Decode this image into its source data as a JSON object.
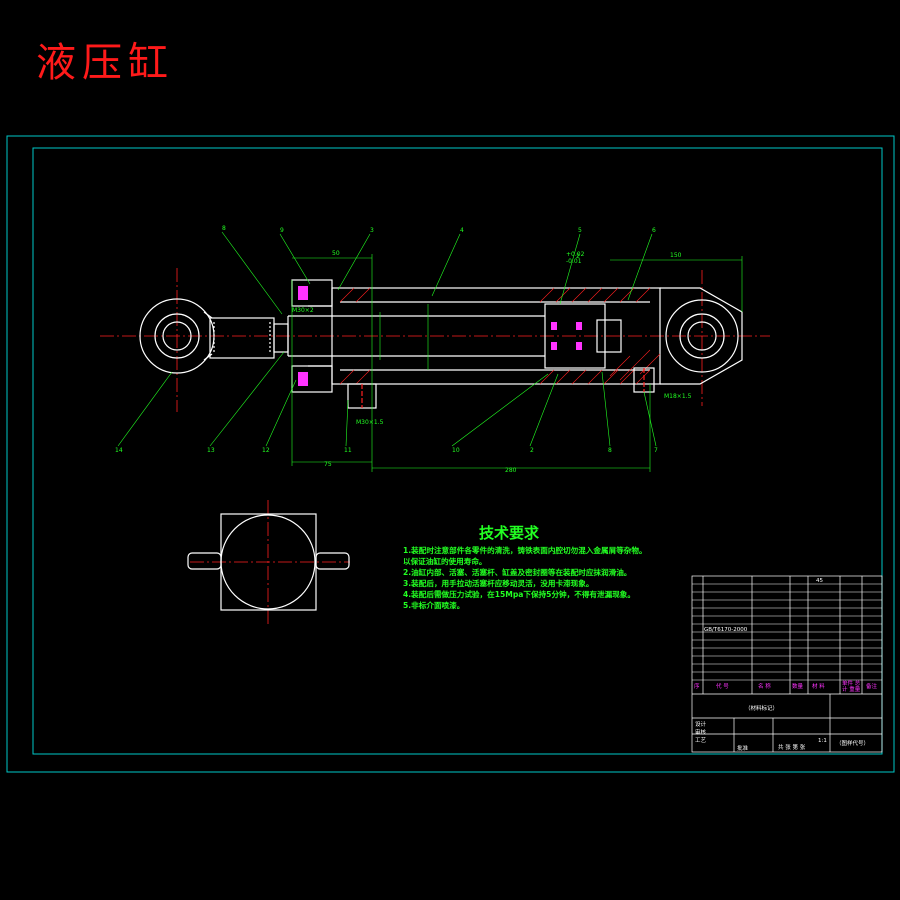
{
  "title": "液压缸",
  "tech_requirements": {
    "heading": "技术要求",
    "items": [
      "1.装配时注意部件各零件的清洗，铸铁表面内腔切勿混入金属屑等杂物。以保证油缸的使用寿命。",
      "2.油缸内部、活塞、活塞杆、缸盖及密封圈等在装配时应抹润滑油。",
      "3.装配后，用手拉动活塞杆应移动灵活，没用卡滞现象。",
      "4.装配后需做压力试验，在15Mpa下保持5分钟，不得有泄漏现象。",
      "5.非标介面喷漆。"
    ]
  },
  "dimensions": {
    "d_50": "50",
    "d_150": "150",
    "d_75": "75",
    "d_280": "280",
    "thread_left": "M30×2",
    "thread_mid": "M30×1.5",
    "thread_right": "M18×1.5",
    "tol_top": "+0.02",
    "tol_bot": "-0.01"
  },
  "balloons": {
    "top": [
      "8",
      "9",
      "3",
      "4",
      "5",
      "6"
    ],
    "bottom": [
      "14",
      "13",
      "12",
      "11",
      "10",
      "2",
      "8",
      "7"
    ],
    "side": [
      "2"
    ]
  },
  "title_block": {
    "material_label": "（材料标记）",
    "drawing_code": "（图样代号）",
    "scale": "1:1",
    "sheet_info": "共  张  第  张",
    "standard": "GB/T6170-2000",
    "head_seq": "序",
    "head_code": "代  号",
    "head_name": "名  称",
    "head_qty": "数量",
    "head_mat": "材  料",
    "head_weight": "单件 总计 重量",
    "head_note": "备注",
    "row_material": "45",
    "sign_design": "设计",
    "sign_audit": "审核",
    "sign_craft": "工艺",
    "sign_approve": "批准"
  }
}
